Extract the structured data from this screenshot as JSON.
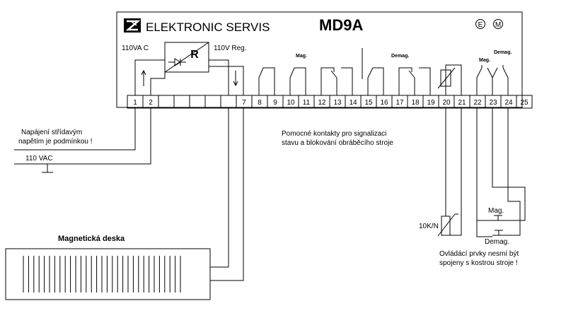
{
  "header": {
    "brand": "ELEKTRONIC SERVIS",
    "model": "MD9A",
    "badge_e": "E",
    "badge_m": "M",
    "logo_icon": "ez-logo-icon"
  },
  "module": {
    "label_110vac": "110VA C",
    "rectifier_label": "R",
    "label_110v_reg": "110V Reg.",
    "label_mag_small": "Mag.",
    "label_demag_small": "Demag.",
    "label_mag_right": "Mag.",
    "label_demag_right": "Demag.",
    "terminals": [
      "1",
      "2",
      "",
      "",
      "",
      "",
      "",
      "7",
      "8",
      "9",
      "10",
      "11",
      "12",
      "13",
      "14",
      "15",
      "16",
      "17",
      "18",
      "19",
      "20",
      "21",
      "22",
      "23",
      "24",
      "25"
    ]
  },
  "notes": {
    "supply_line1": "Napájení střídavým",
    "supply_line2": "napětím je podmínkou !",
    "supply_voltage": "110 VAC",
    "aux_line1": "Pomocné kontakty pro signalizaci",
    "aux_line2": "stavu a blokování obráběcího stroje",
    "sensor": "10K/N",
    "button_mag": "Mag.",
    "button_demag": "Demag.",
    "warn_line1": "Ovládácí prvky nesmí být",
    "warn_line2": "spojeny s kostrou stroje !"
  },
  "plate": {
    "label": "Magnetická deska"
  }
}
